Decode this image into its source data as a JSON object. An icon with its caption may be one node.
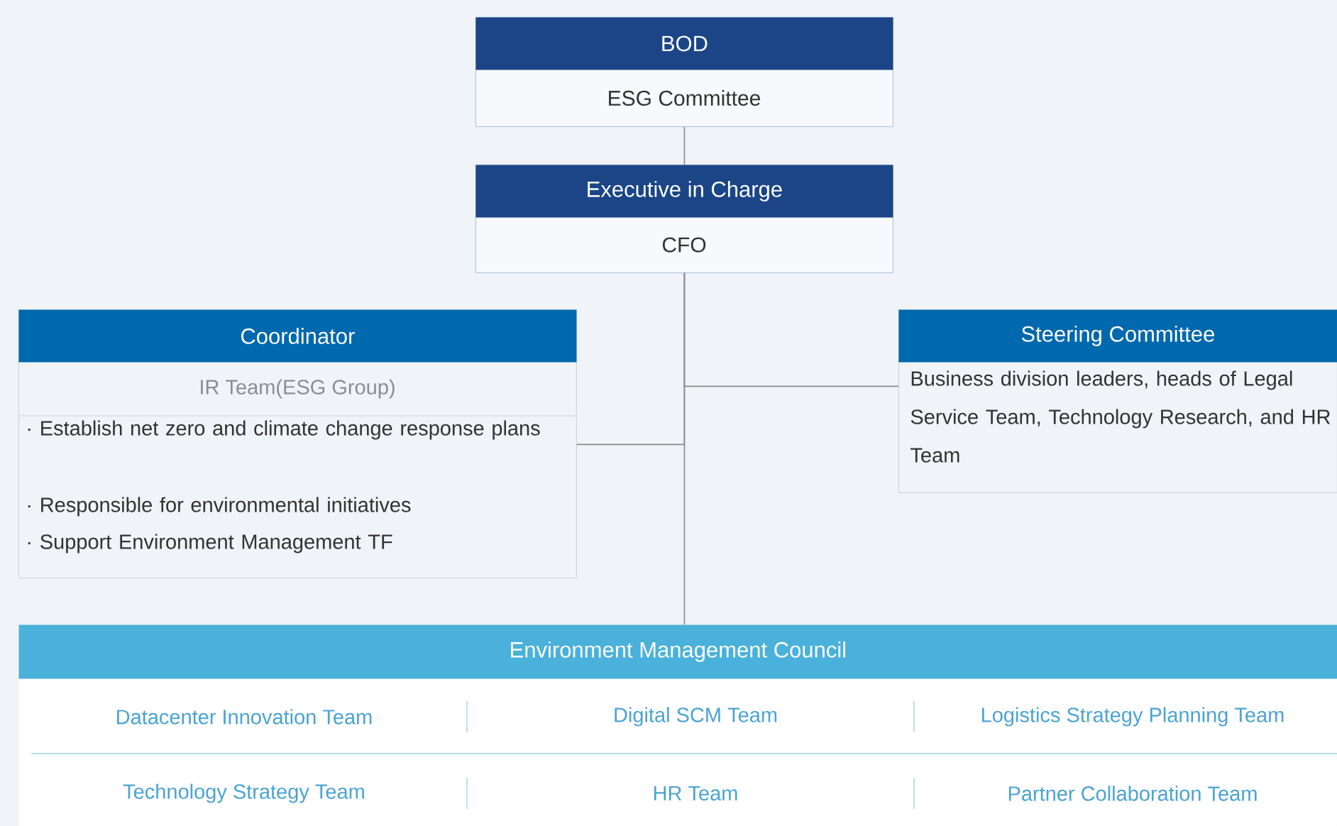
{
  "diagram": {
    "nodes": [
      {
        "text": [
          "BOD",
          "ESG Committee"
        ]
      },
      {
        "text": [
          "Executive in Charge",
          "CFO"
        ]
      },
      {
        "text": [
          "Coordinator",
          "IR Team(ESG Group)",
          "· Establish net zero and climate change response plans",
          "· Responsible for environmental initiatives",
          "· Support Environment Management TF"
        ]
      },
      {
        "text": [
          "Steering Committee",
          "Business division leaders, heads of Legal Service Team, Technology Research, and HR Team"
        ]
      },
      {
        "text": [
          "Environment Management Council",
          "Datacenter Innovation Team",
          "Digital SCM Team",
          "Logistics Strategy Planning Team",
          "Technology Strategy Team",
          "HR Team",
          "Partner Collaboration Team"
        ]
      }
    ],
    "edges": [
      {
        "from": 0,
        "to": 1,
        "arrow": "none"
      },
      {
        "from": 1,
        "to": 2,
        "arrow": "none"
      },
      {
        "from": 1,
        "to": 3,
        "arrow": "none"
      },
      {
        "from": 1,
        "to": 4,
        "arrow": "none"
      }
    ]
  }
}
